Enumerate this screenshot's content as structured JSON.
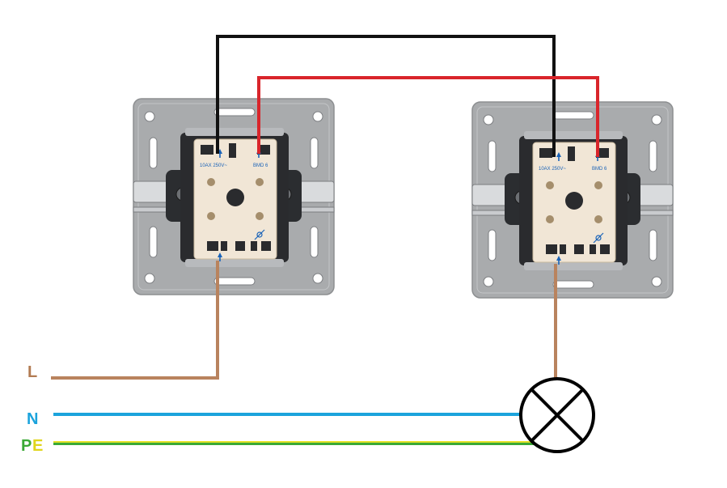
{
  "labels": {
    "l": "L",
    "n": "N",
    "pe_p": "P",
    "pe_e": "E"
  },
  "switch_markings": {
    "rating": "10AX 250V~",
    "code": "BMD 6"
  },
  "colors": {
    "wire_traveler_1": "#111111",
    "wire_traveler_2": "#d9252b",
    "wire_phase": "#b9835e",
    "wire_neutral": "#1ba3dc",
    "wire_pe_green": "#3aa935",
    "wire_pe_yellow": "#e6e22a",
    "label_l": "#b27b52",
    "label_n": "#1ba3dc",
    "label_pe_p": "#3aa935",
    "label_pe_e": "#e0d51c",
    "plate": "#a7a9ab",
    "mechanism_body": "#f1e6d6",
    "lamp": "#000000"
  },
  "icons": [
    "lamp-symbol-icon",
    "arrow-up-icon",
    "lamp-symbol-icon-small"
  ]
}
